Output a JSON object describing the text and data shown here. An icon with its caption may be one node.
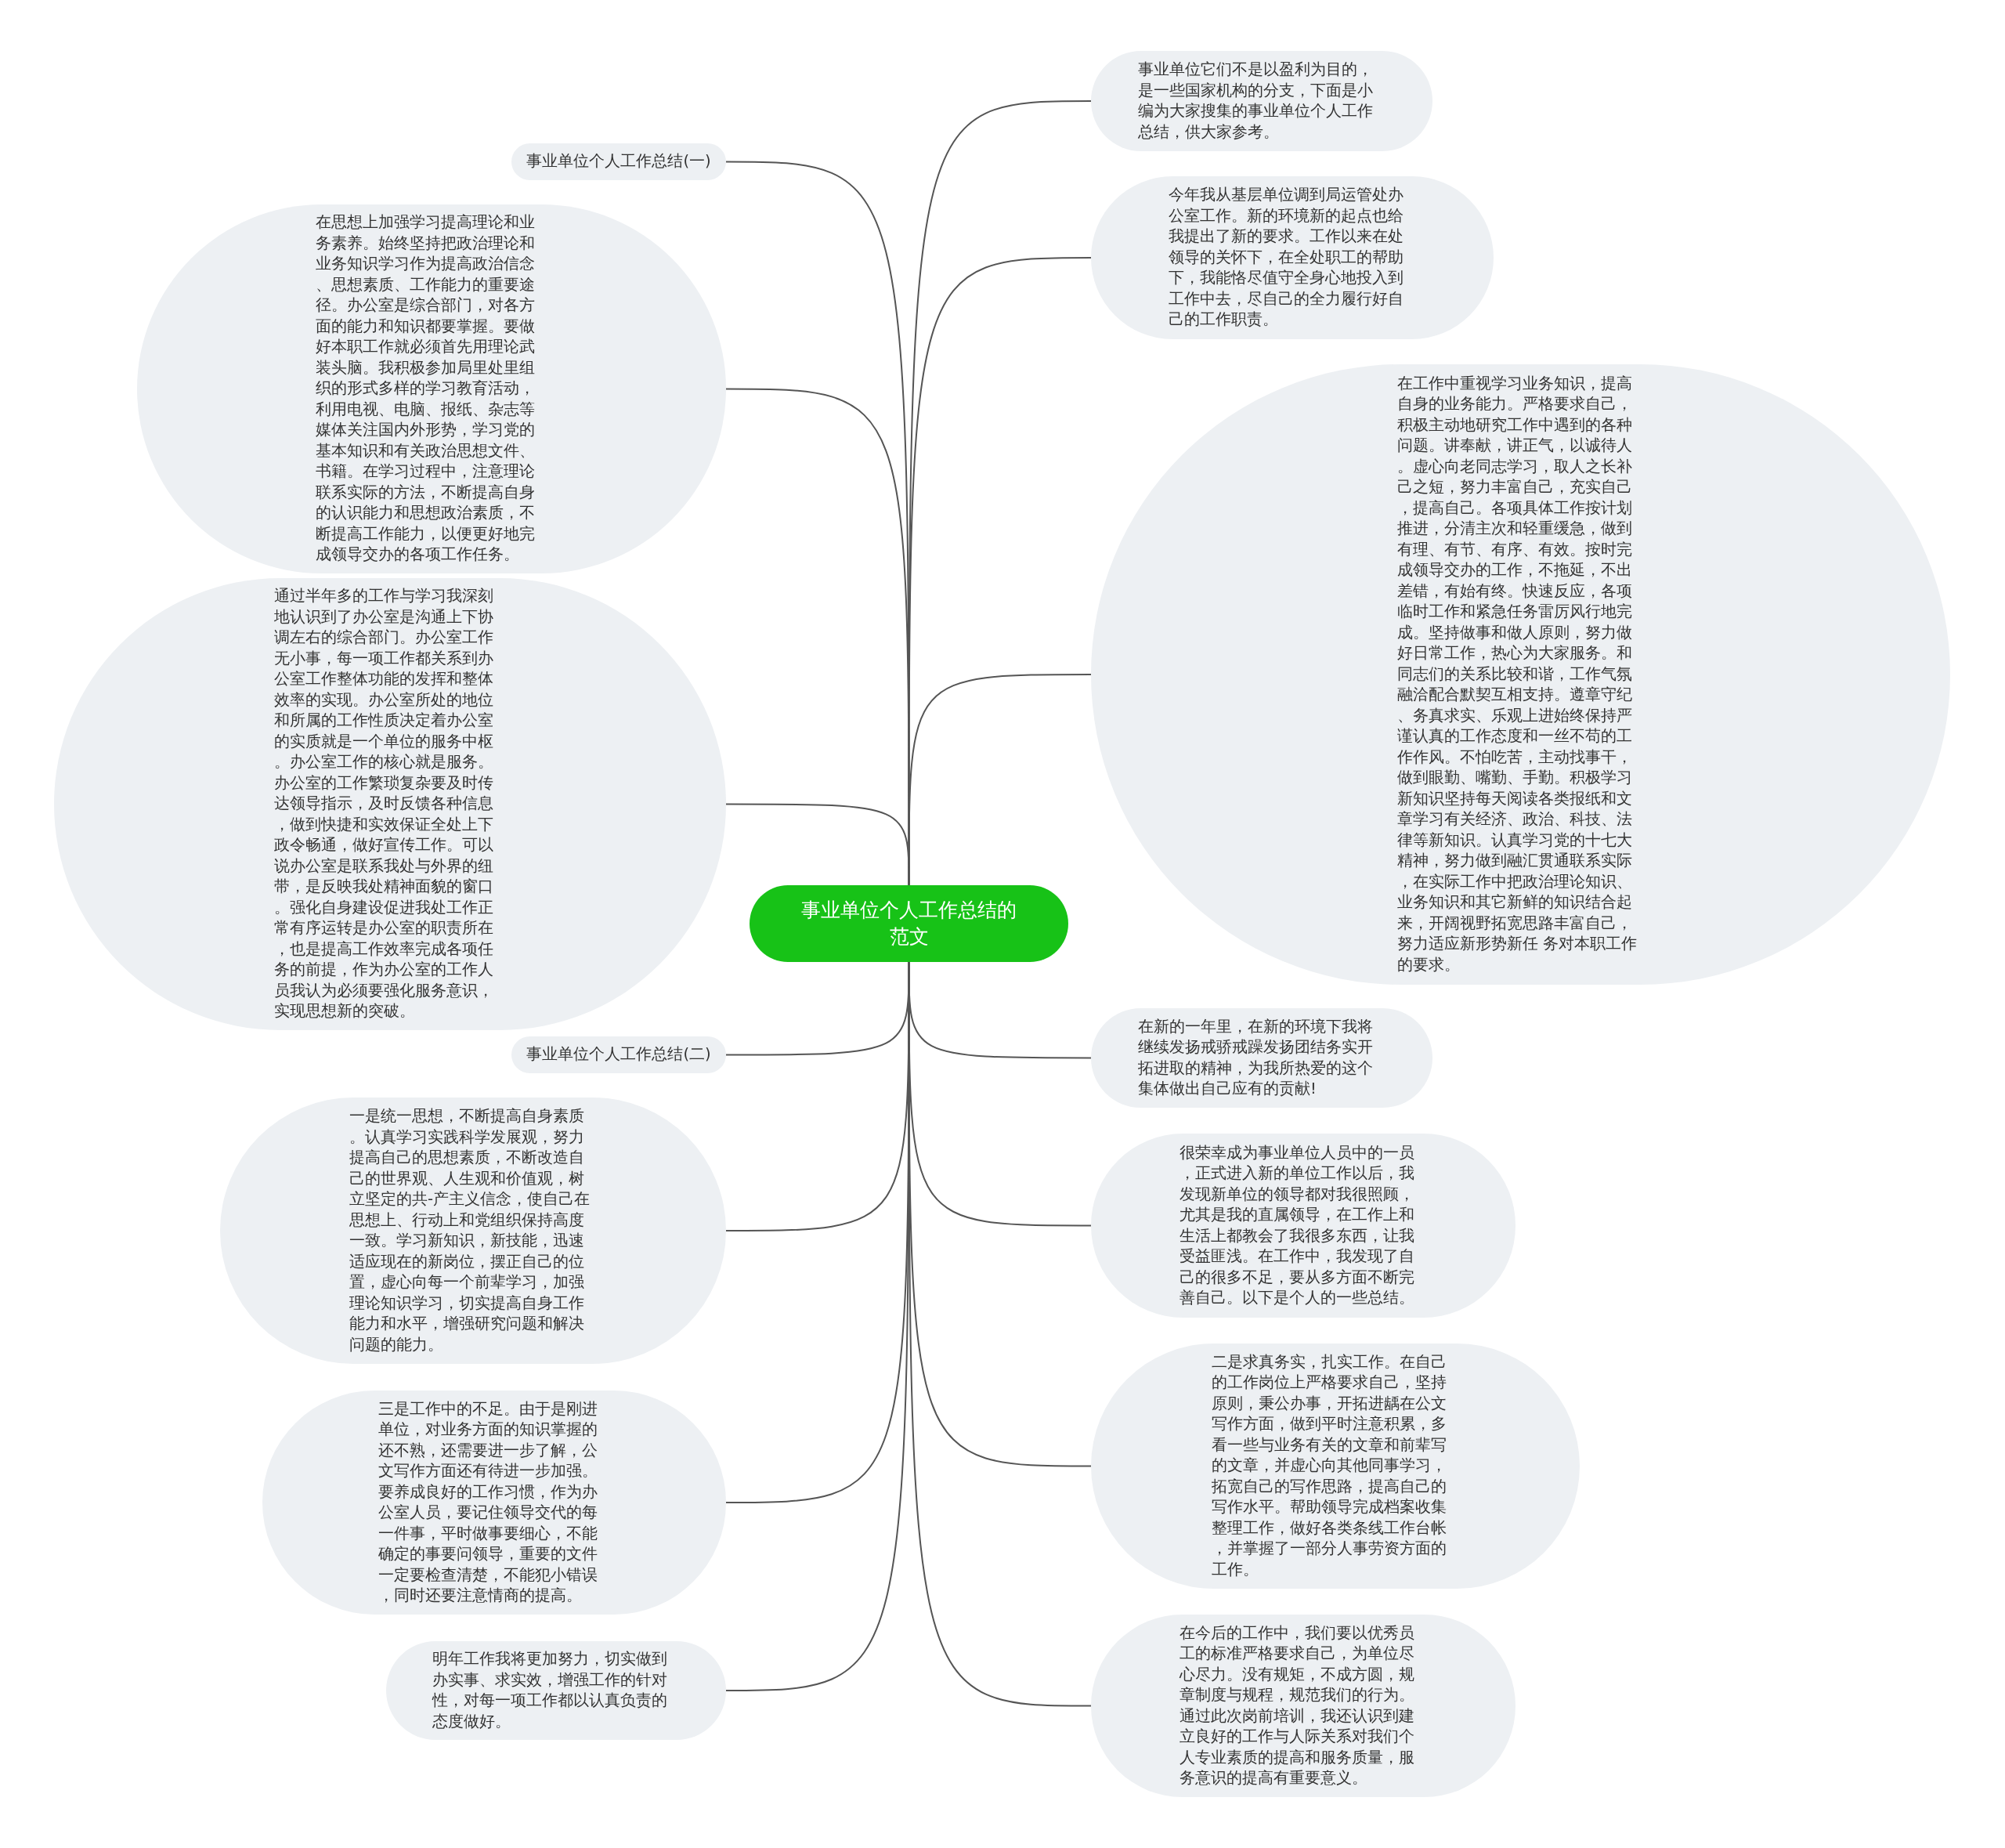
{
  "diagram": {
    "nodes": [
      {
        "text": [
          "事业单位个人工作总结的范文"
        ]
      },
      {
        "text": [
          "事业单位个人工作总结(一)"
        ]
      },
      {
        "text": [
          "在思想上加强学习提高理论和业务素养。始终坚持把政治理论和业务知识学习作为提高政治信念、思想素质、工作能力的重要途径。办公室是综合部门，对各方面的能力和知识都要掌握。要做好本职工作就必须首先用理论武装头脑。我积极参加局里处里组织的形式多样的学习教育活动，利用电视、电脑、报纸、杂志等媒体关注国内外形势，学习党的基本知识和有关政治思想文件、书籍。在学习过程中，注意理论联系实际的方法，不断提高自身的认识能力和思想政治素质，不断提高工作能力，以便更好地完成领导交办的各项工作任务。"
        ]
      },
      {
        "text": [
          "通过半年多的工作与学习我深刻地认识到了办公室是沟通上下协调左右的综合部门。办公室工作无小事，每一项工作都关系到办公室工作整体功能的发挥和整体效率的实现。办公室所处的地位和所属的工作性质决定着办公室的实质就是一个单位的服务中枢。办公室工作的核心就是服务。办公室的工作繁琐复杂要及时传达领导指示，及时反馈各种信息，做到快捷和实效保证全处上下政令畅通，做好宣传工作。可以说办公室是联系我处与外界的纽带，是反映我处精神面貌的窗口。强化自身建设促进我处工作正常有序运转是办公室的职责所在，也是提高工作效率完成各项任务的前提，作为办公室的工作人员我认为必须要强化服务意识，实现思想新的突破。"
        ]
      },
      {
        "text": [
          "事业单位个人工作总结(二)"
        ]
      },
      {
        "text": [
          "一是统一思想，不断提高自身素质。认真学习实践科学发展观，努力提高自己的思想素质，不断改造自己的世界观、人生观和价值观，树立坚定的共-产主义信念，使自己在思想上、行动上和党组织保持高度一致。学习新知识，新技能，迅速适应现在的新岗位，摆正自己的位置，虚心向每一个前辈学习，加强理论知识学习，切实提高自身工作能力和水平，增强研究问题和解决问题的能力。"
        ]
      },
      {
        "text": [
          "三是工作中的不足。由于是刚进单位，对业务方面的知识掌握的还不熟，还需要进一步了解，公文写作方面还有待进一步加强。要养成良好的工作习惯，作为办公室人员，要记住领导交代的每一件事，平时做事要细心，不能确定的事要问领导，重要的文件一定要检查清楚，不能犯小错误，同时还要注意情商的提高。"
        ]
      },
      {
        "text": [
          "明年工作我将更加努力，切实做到办实事、求实效，增强工作的针对性，对每一项工作都以认真负责的态度做好。"
        ]
      },
      {
        "text": [
          "事业单位它们不是以盈利为目的，是一些国家机构的分支，下面是小编为大家搜集的事业单位个人工作总结，供大家参考。"
        ]
      },
      {
        "text": [
          "今年我从基层单位调到局运管处办公室工作。新的环境新的起点也给我提出了新的要求。工作以来在处领导的关怀下，在全处职工的帮助下，我能恪尽值守全身心地投入到工作中去，尽自己的全力履行好自己的工作职责。"
        ]
      },
      {
        "text": [
          "在工作中重视学习业务知识，提高自身的业务能力。严格要求自己，积极主动地研究工作中遇到的各种问题。讲奉献，讲正气，以诚待人。虚心向老同志学习，取人之长补己之短，努力丰富自己，充实自己，提高自己。各项具体工作按计划推进，分清主次和轻重缓急，做到有理、有节、有序、有效。按时完成领导交办的工作，不拖延，不出差错，有始有终。快速反应，各项临时工作和紧急任务雷厉风行地完成。坚持做事和做人原则，努力做好日常工作，热心为大家服务。和同志们的关系比较和谐，工作气氛融洽配合默契互相支持。遵章守纪、务真求实、乐观上进始终保持严谨认真的工作态度和一丝不苟的工作作风。不怕吃苦，主动找事干，做到眼勤、嘴勤、手勤。积极学习新知识坚持每天阅读各类报纸和文章学习有关经济、政治、科技、法律等新知识。认真学习党的十七大精神，努力做到融汇贯通联系实际，在实际工作中把政治理论知识、业务知识和其它新鲜的知识结合起来，开阔视野拓宽思路丰富自己，努力适应新形势新任 务对本职工作的要求。"
        ]
      },
      {
        "text": [
          "在新的一年里，在新的环境下我将继续发扬戒骄戒躁发扬团结务实开拓进取的精神，为我所热爱的这个集体做出自己应有的贡献!"
        ]
      },
      {
        "text": [
          "很荣幸成为事业单位人员中的一员，正式进入新的单位工作以后，我发现新单位的领导都对我很照顾，尤其是我的直属领导，在工作上和生活上都教会了我很多东西，让我受益匪浅。在工作中，我发现了自己的很多不足，要从多方面不断完善自己。以下是个人的一些总结。"
        ]
      },
      {
        "text": [
          "二是求真务实，扎实工作。在自己的工作岗位上严格要求自己，坚持原则，秉公办事，开拓进龋在公文写作方面，做到平时注意积累，多看一些与业务有关的文章和前辈写的文章，并虚心向其他同事学习，拓宽自己的写作思路，提高自己的写作水平。帮助领导完成档案收集整理工作，做好各类条线工作台帐，并掌握了一部分人事劳资方面的工作。"
        ]
      },
      {
        "text": [
          "在今后的工作中，我们要以优秀员工的标准严格要求自己，为单位尽心尽力。没有规矩，不成方圆，规章制度与规程，规范我们的行为。通过此次岗前培训，我还认识到建立良好的工作与人际关系对我们个人专业素质的提高和服务质量，服务意识的提高有重要意义。"
        ]
      }
    ],
    "edges": [
      {
        "from": 0,
        "to": 1,
        "arrow": "none"
      },
      {
        "from": 0,
        "to": 2,
        "arrow": "none"
      },
      {
        "from": 0,
        "to": 3,
        "arrow": "none"
      },
      {
        "from": 0,
        "to": 4,
        "arrow": "none"
      },
      {
        "from": 0,
        "to": 5,
        "arrow": "none"
      },
      {
        "from": 0,
        "to": 6,
        "arrow": "none"
      },
      {
        "from": 0,
        "to": 7,
        "arrow": "none"
      },
      {
        "from": 0,
        "to": 8,
        "arrow": "none"
      },
      {
        "from": 0,
        "to": 9,
        "arrow": "none"
      },
      {
        "from": 0,
        "to": 10,
        "arrow": "none"
      },
      {
        "from": 0,
        "to": 11,
        "arrow": "none"
      },
      {
        "from": 0,
        "to": 12,
        "arrow": "none"
      },
      {
        "from": 0,
        "to": 13,
        "arrow": "none"
      },
      {
        "from": 0,
        "to": 14,
        "arrow": "none"
      }
    ]
  }
}
